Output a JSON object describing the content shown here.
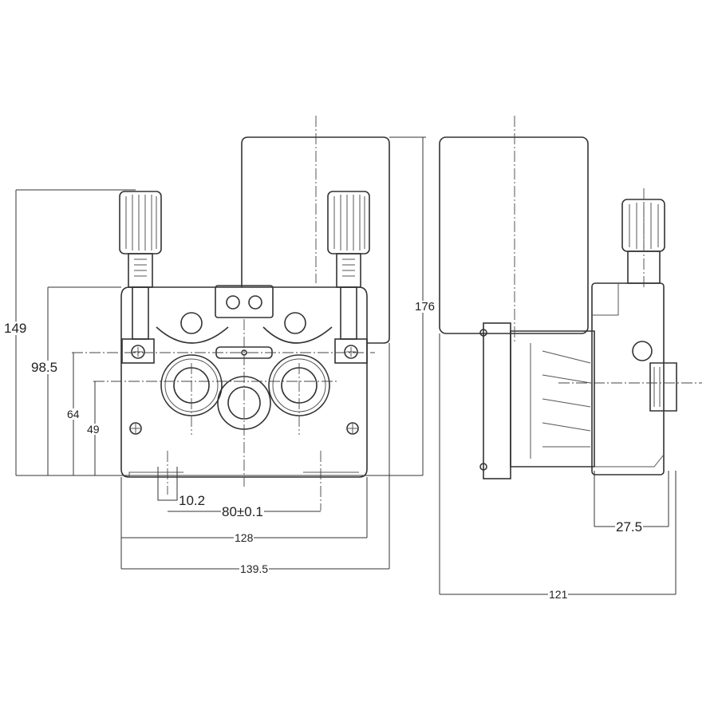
{
  "dimensions": {
    "height_total": "149",
    "height_plate": "98.5",
    "height_roller_axis": "64",
    "height_center_axis": "49",
    "offset_small": "10.2",
    "mount_spacing": "80±0.1",
    "width_plate": "128",
    "width_total": "139.5",
    "height_motor": "176",
    "side_offset": "27.5",
    "depth_total": "121"
  },
  "colors": {
    "line": "#333333",
    "background": "#ffffff"
  }
}
